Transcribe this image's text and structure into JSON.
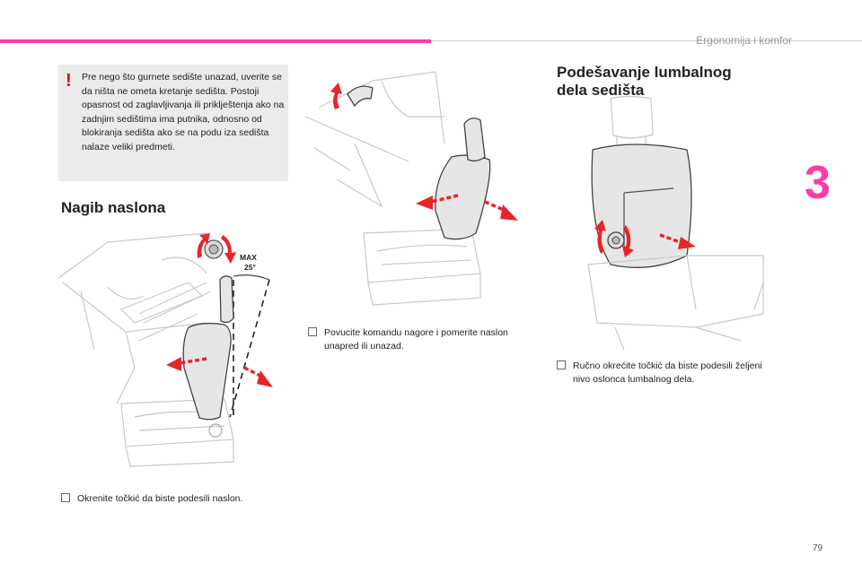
{
  "header": {
    "section_title": "Ergonomija i komfor",
    "chapter_number": "3",
    "page_number": "79"
  },
  "warning": {
    "icon": "exclamation-icon",
    "text": "Pre nego što gurnete sedište unazad, uverite se da ništa ne ometa kretanje sedišta. Postoji opasnost od zaglavljivanja ili priklještenja ako na zadnjim sedištima ima putnika, odnosno od blokiranja sedišta ako se na podu iza sedišta nalaze veliki predmeti."
  },
  "sections": {
    "backrest": {
      "title": "Nagib naslona",
      "angle_label_top": "MAX",
      "angle_label_bottom": "25°",
      "instruction": "Okrenite točkić da biste podesili naslon."
    },
    "lever": {
      "instruction": "Povucite komandu nagore i pomerite naslon unapred ili unazad."
    },
    "lumbar": {
      "title": "Podešavanje lumbalnog dela sedišta",
      "instruction": "Ručno okrećite točkić da biste podesili željeni nivo oslonca lumbalnog dela."
    }
  },
  "colors": {
    "accent": "#ff3ba8",
    "arrow": "#e8252a",
    "warning_bg": "#ebebeb"
  }
}
